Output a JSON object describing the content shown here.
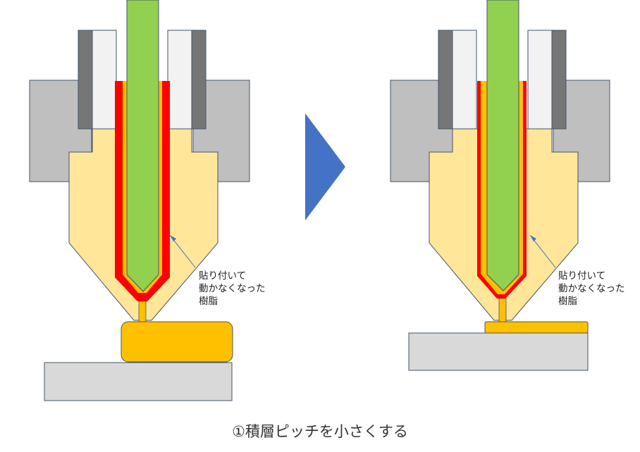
{
  "diagram": {
    "caption": "①積層ピッチを小さくする",
    "left_panel": {
      "annotation": [
        "貼り付いて",
        "動かなくなった",
        "樹脂"
      ]
    },
    "right_panel": {
      "annotation": [
        "貼り付いて",
        "動かなくなった",
        "樹脂"
      ]
    }
  },
  "colors": {
    "heater_block": "#bfbfbf",
    "heat_break_dark": "#767676",
    "heat_break_light": "#f2f2f2",
    "nozzle_body": "#ffe699",
    "stuck_resin": "#ff0000",
    "molten_resin": "#ffc000",
    "filament": "#92d050",
    "bed": "#d9d9d9",
    "arrow": "#4472c4",
    "outline": "#44546a"
  }
}
